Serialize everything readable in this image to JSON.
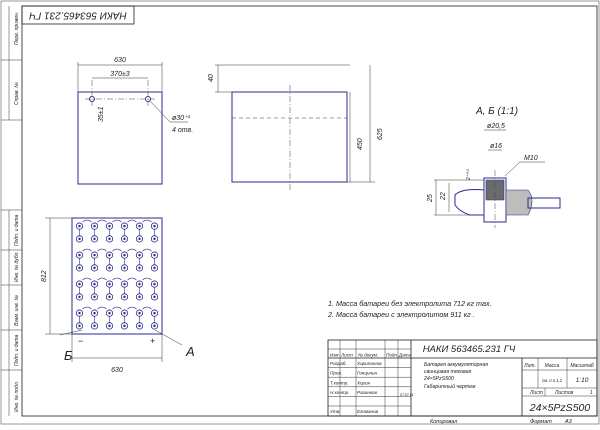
{
  "stamp_top": "НАКИ 563465.231 ГЧ",
  "margin_labels": [
    "Перв. примен.",
    "Справ. №",
    "Подп. и дата",
    "Инв. № дубл.",
    "Взам. инв. №",
    "Подп. и дата",
    "Инв. № подл."
  ],
  "views": {
    "top_dim_width": "630",
    "top_dim_holes": "370±3",
    "dim_35": "35±1",
    "hole_note": "ø30⁺¹",
    "hole_count": "4 отв.",
    "front_dim_40": "40",
    "front_dim_450": "450",
    "front_dim_625": "625",
    "section_title": "А, Б (1:1)",
    "sec_d205": "ø20,5",
    "sec_d16": "ø16",
    "sec_m10": "М10",
    "sec_2": "2⁺⁰·⁵",
    "sec_25": "25",
    "sec_22": "22",
    "plan_dim_812": "812",
    "plan_dim_630": "630",
    "label_b": "Б",
    "label_a": "А",
    "minus": "−",
    "plus": "+"
  },
  "notes": [
    "1. Масса батареи без электролита 712 кг max.",
    "2. Масса батареи с электролитом 911 кг ."
  ],
  "title_block": {
    "designation": "НАКИ 563465.231 ГЧ",
    "description": [
      "Батарея аккумуляторная",
      "свинцовая тяговая",
      "24×5PzS500",
      "Габаритный чертеж"
    ],
    "header_cols": [
      "Изм",
      "Лист",
      "№ докум.",
      "Подп.",
      "Дата"
    ],
    "roles": [
      {
        "role": "Разраб.",
        "name": "Харитонов"
      },
      {
        "role": "Пров.",
        "name": "Гонцинин"
      },
      {
        "role": "Т.контр.",
        "name": "Хорин"
      },
      {
        "role": "Н.контр.",
        "name": "Разинков"
      },
      {
        "role": "",
        "name": ""
      },
      {
        "role": "Утв.",
        "name": "Егоманов"
      }
    ],
    "date_hint": "07.07.01",
    "lit_label": "Лит.",
    "mass_label": "Масса",
    "scale_label": "Масштаб",
    "mass_value": "см. п.п.1,2",
    "scale_value": "1:10",
    "sheet_label": "Лист",
    "sheets_label": "Листов",
    "sheets_value": "1",
    "model": "24×5PzS500",
    "copied": "Копировал",
    "format_label": "Формат",
    "format_value": "А3"
  }
}
